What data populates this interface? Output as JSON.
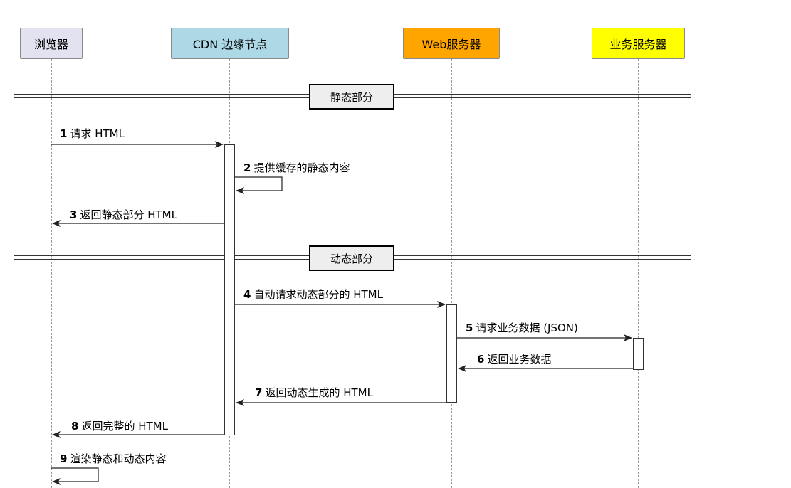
{
  "participants": [
    {
      "id": "browser",
      "label": "浏览器",
      "color": "#e2e2f0"
    },
    {
      "id": "cdn",
      "label": "CDN 边缘节点",
      "color": "#add8e6"
    },
    {
      "id": "web",
      "label": "Web服务器",
      "color": "#ffa500"
    },
    {
      "id": "biz",
      "label": "业务服务器",
      "color": "#ffff00"
    }
  ],
  "separators": [
    {
      "label": "静态部分"
    },
    {
      "label": "动态部分"
    }
  ],
  "messages": [
    {
      "num": "1",
      "text": "请求 HTML",
      "from": "browser",
      "to": "cdn"
    },
    {
      "num": "2",
      "text": "提供缓存的静态内容",
      "from": "cdn",
      "to": "cdn"
    },
    {
      "num": "3",
      "text": "返回静态部分 HTML",
      "from": "cdn",
      "to": "browser"
    },
    {
      "num": "4",
      "text": "自动请求动态部分的 HTML",
      "from": "cdn",
      "to": "web"
    },
    {
      "num": "5",
      "text": "请求业务数据 (JSON)",
      "from": "web",
      "to": "biz"
    },
    {
      "num": "6",
      "text": "返回业务数据",
      "from": "biz",
      "to": "web"
    },
    {
      "num": "7",
      "text": "返回动态生成的 HTML",
      "from": "web",
      "to": "cdn"
    },
    {
      "num": "8",
      "text": "返回完整的 HTML",
      "from": "cdn",
      "to": "browser"
    },
    {
      "num": "9",
      "text": "渲染静态和动态内容",
      "from": "browser",
      "to": "browser"
    }
  ]
}
